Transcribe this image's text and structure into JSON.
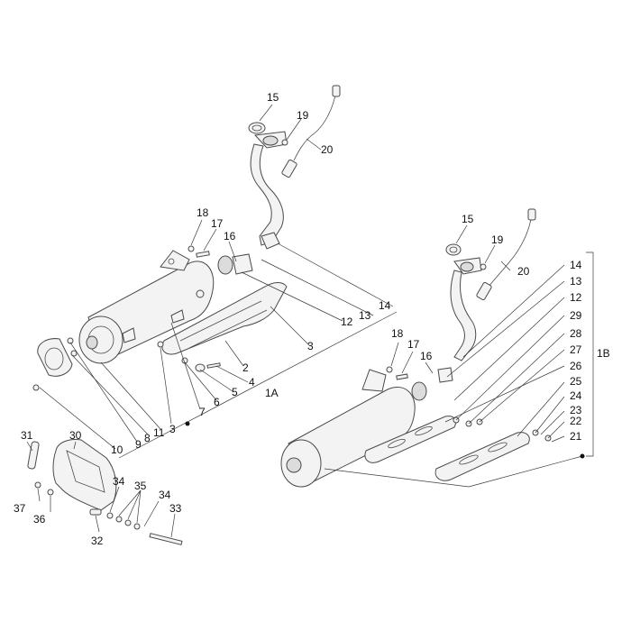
{
  "callouts_left": {
    "c15": "15",
    "c19": "19",
    "c20": "20",
    "c18": "18",
    "c17": "17",
    "c16": "16",
    "c14": "14",
    "c13": "13",
    "c12": "12",
    "c3a": "3",
    "c2": "2",
    "c4": "4",
    "c5": "5",
    "c6": "6",
    "c7": "7",
    "c1a": "1A",
    "c11": "11",
    "c8": "8",
    "c3b": "3",
    "c9": "9",
    "c10": "10"
  },
  "callouts_bracket": {
    "c31": "31",
    "c30": "30",
    "c37": "37",
    "c36": "36",
    "c32": "32",
    "c34a": "34",
    "c35": "35",
    "c34b": "34",
    "c33": "33"
  },
  "callouts_right": {
    "c15": "15",
    "c19": "19",
    "c20": "20",
    "c18": "18",
    "c17": "17",
    "c16": "16",
    "c14": "14",
    "c13": "13",
    "c12": "12",
    "c29": "29",
    "c28": "28",
    "c27": "27",
    "c26": "26",
    "c25": "25",
    "c24": "24",
    "c23": "23",
    "c22": "22",
    "c21": "21",
    "c1b": "1B"
  }
}
